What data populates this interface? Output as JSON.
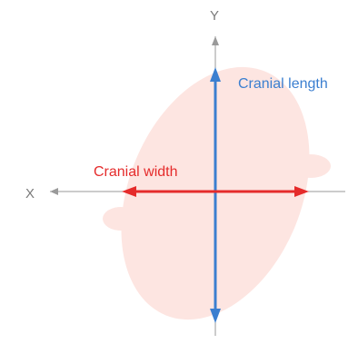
{
  "axes": {
    "x_label": "X",
    "y_label": "Y"
  },
  "measurements": {
    "length_label": "Cranial length",
    "width_label": "Cranial width"
  },
  "colors": {
    "head_fill": "#fde5e1",
    "axis_line": "#9a9a9a",
    "axis_text": "#7a7a7a",
    "length_arrow": "#3b7fd0",
    "width_arrow": "#e52b2b"
  }
}
